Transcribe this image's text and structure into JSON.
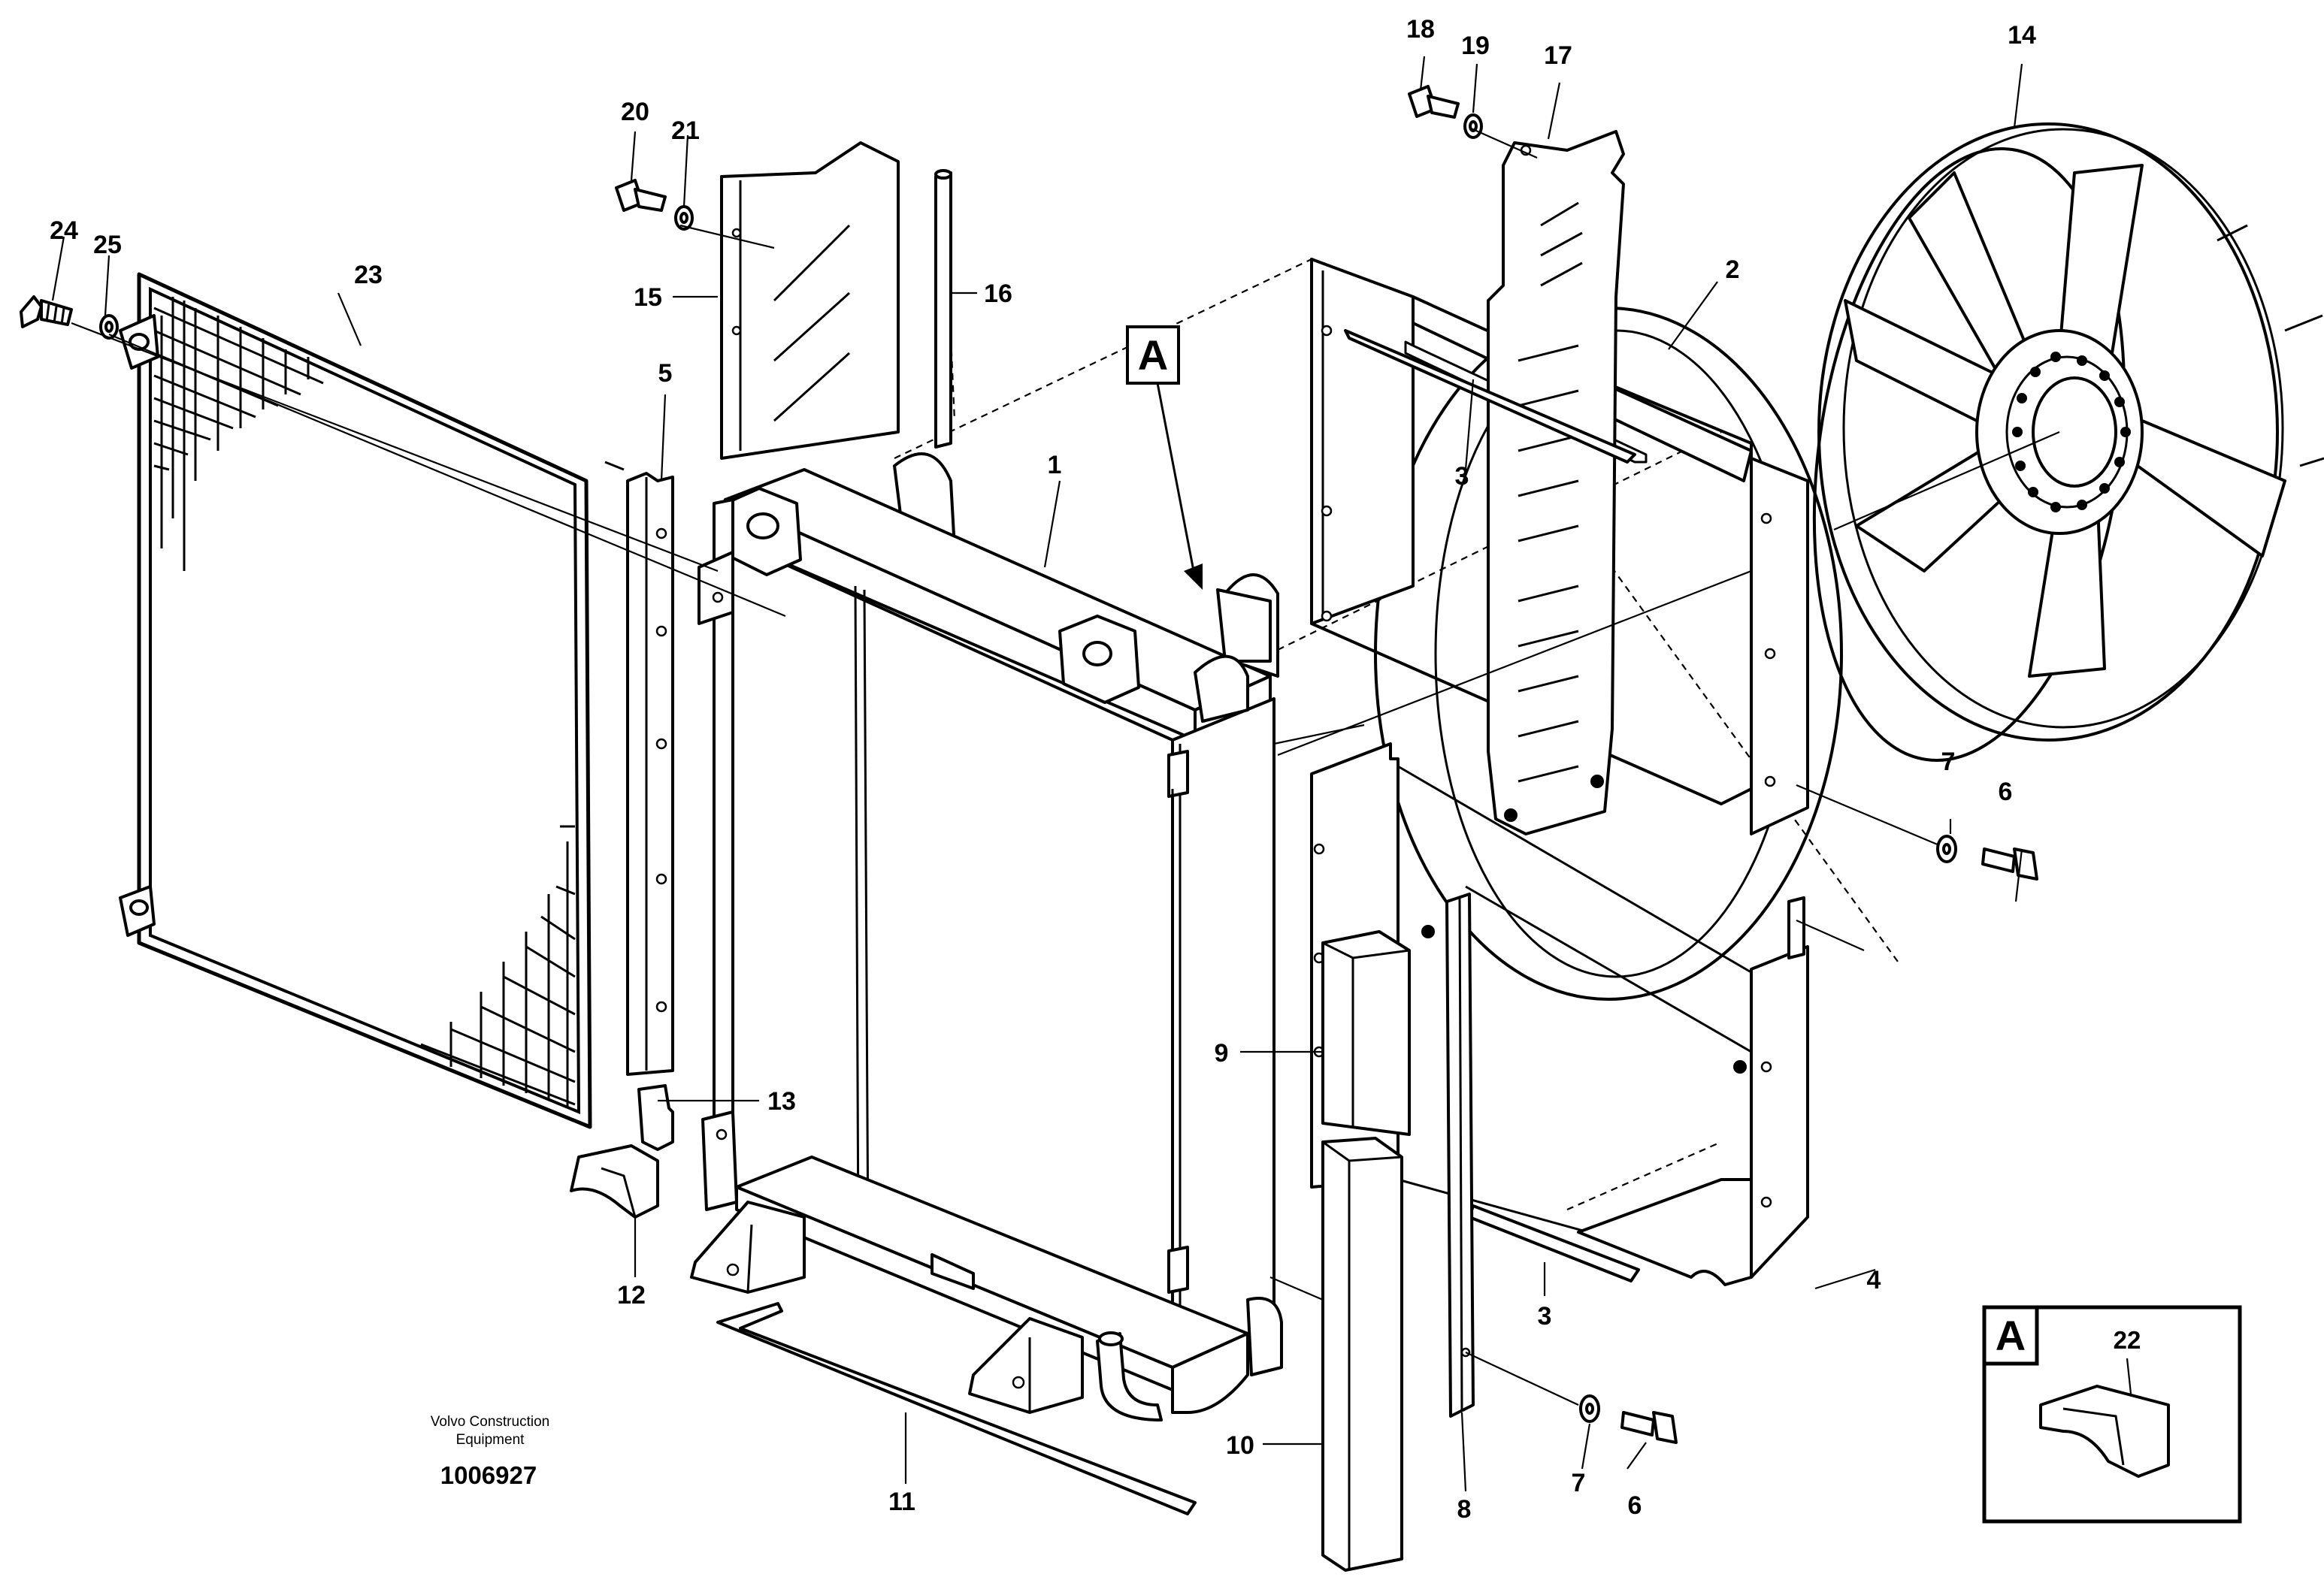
{
  "callouts": [
    {
      "text": "1"
    },
    {
      "text": "2"
    },
    {
      "text": "3"
    },
    {
      "text": "3"
    },
    {
      "text": "4"
    },
    {
      "text": "5"
    },
    {
      "text": "6"
    },
    {
      "text": "6"
    },
    {
      "text": "7"
    },
    {
      "text": "7"
    },
    {
      "text": "8"
    },
    {
      "text": "9"
    },
    {
      "text": "10"
    },
    {
      "text": "11"
    },
    {
      "text": "12"
    },
    {
      "text": "13"
    },
    {
      "text": "14"
    },
    {
      "text": "15"
    },
    {
      "text": "16"
    },
    {
      "text": "17"
    },
    {
      "text": "18"
    },
    {
      "text": "19"
    },
    {
      "text": "20"
    },
    {
      "text": "21"
    },
    {
      "text": "22"
    },
    {
      "text": "23"
    },
    {
      "text": "24"
    },
    {
      "text": "25"
    }
  ],
  "detail_marker": {
    "letter": "A"
  },
  "detail_box": {
    "letter": "A",
    "part": "22"
  },
  "credit": {
    "line1": "Volvo Construction",
    "line2": "Equipment",
    "number": "1006927"
  }
}
